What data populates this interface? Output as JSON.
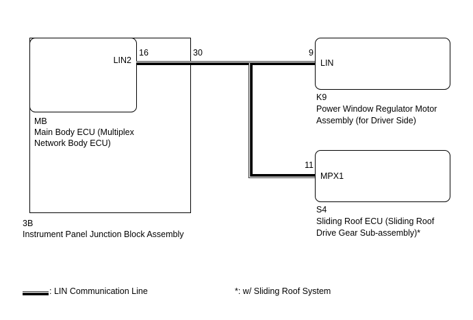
{
  "colors": {
    "line": "#000000",
    "background": "#ffffff"
  },
  "junction_block": {
    "code": "3B",
    "name": "Instrument Panel Junction Block Assembly",
    "pin": "30"
  },
  "main_ecu": {
    "code": "MB",
    "name_line1": "Main Body ECU (Multiplex",
    "name_line2": "Network Body ECU)",
    "terminal": "LIN2",
    "pin": "16"
  },
  "power_window": {
    "code": "K9",
    "name_line1": "Power Window Regulator Motor",
    "name_line2": "Assembly (for Driver Side)",
    "terminal": "LIN",
    "pin": "9"
  },
  "sliding_roof": {
    "code": "S4",
    "name_line1": "Sliding Roof ECU (Sliding Roof",
    "name_line2": "Drive Gear Sub-assembly)*",
    "terminal": "MPX1",
    "pin": "11"
  },
  "legend": {
    "line_label": ": LIN Communication Line",
    "note": "*: w/ Sliding Roof System"
  }
}
